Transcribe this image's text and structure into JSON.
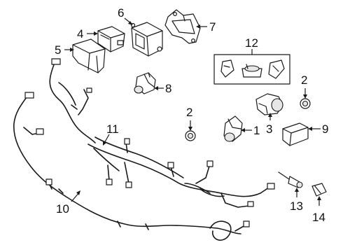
{
  "diagram": {
    "callouts": {
      "c1": "1",
      "c2a": "2",
      "c2b": "2",
      "c3": "3",
      "c4": "4",
      "c5": "5",
      "c6": "6",
      "c7": "7",
      "c8": "8",
      "c9": "9",
      "c10": "10",
      "c11": "11",
      "c12": "12",
      "c13": "13",
      "c14": "14"
    },
    "colors": {
      "ink": "#1a1a1a",
      "background": "#ffffff",
      "shade": "#e6e6e6"
    }
  }
}
